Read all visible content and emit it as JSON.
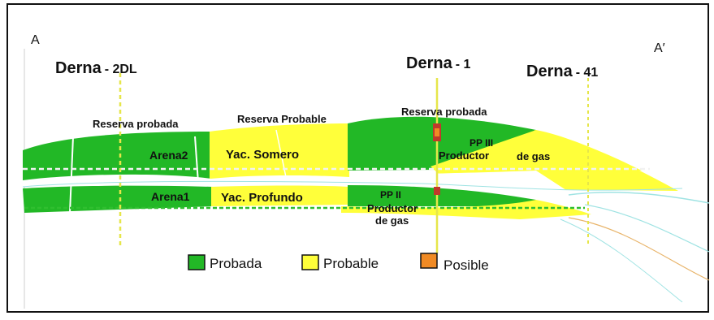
{
  "corner_labels": {
    "left": "A",
    "right": "A′"
  },
  "wells": [
    {
      "name": "Derna",
      "suffix": "- 2DL"
    },
    {
      "name": "Derna",
      "suffix": "- 1"
    },
    {
      "name": "Derna",
      "suffix": "- 41"
    }
  ],
  "zone_labels": {
    "reserve_proved_left": "Reserva probada",
    "reserve_probable": "Reserva Probable",
    "reserve_proved_right": "Reserva probada",
    "arena2": "Arena2",
    "arena1": "Arena1",
    "yac_somero": "Yac. Somero",
    "yac_profundo": "Yac. Profundo",
    "pp3_line1": "PP III",
    "pp3_line2": "Productor",
    "pp3_gas": "de gas",
    "pp2_line1": "PP II",
    "pp2_line2": "Productor",
    "pp2_line3": "de gas"
  },
  "legend": [
    {
      "label": "Probada",
      "color": "#22b826"
    },
    {
      "label": "Probable",
      "color": "#ffff3a"
    },
    {
      "label": "Posible",
      "color": "#f08a24"
    }
  ],
  "colors": {
    "proved": "#22b826",
    "probable": "#ffff3a",
    "possible": "#f08a24",
    "well_line": "#e6e64a",
    "contact_line": "#f2f2f2",
    "base_line": "#2fbf2f",
    "teal_line": "#9fe3e3",
    "orange_line": "#e8b46a"
  }
}
